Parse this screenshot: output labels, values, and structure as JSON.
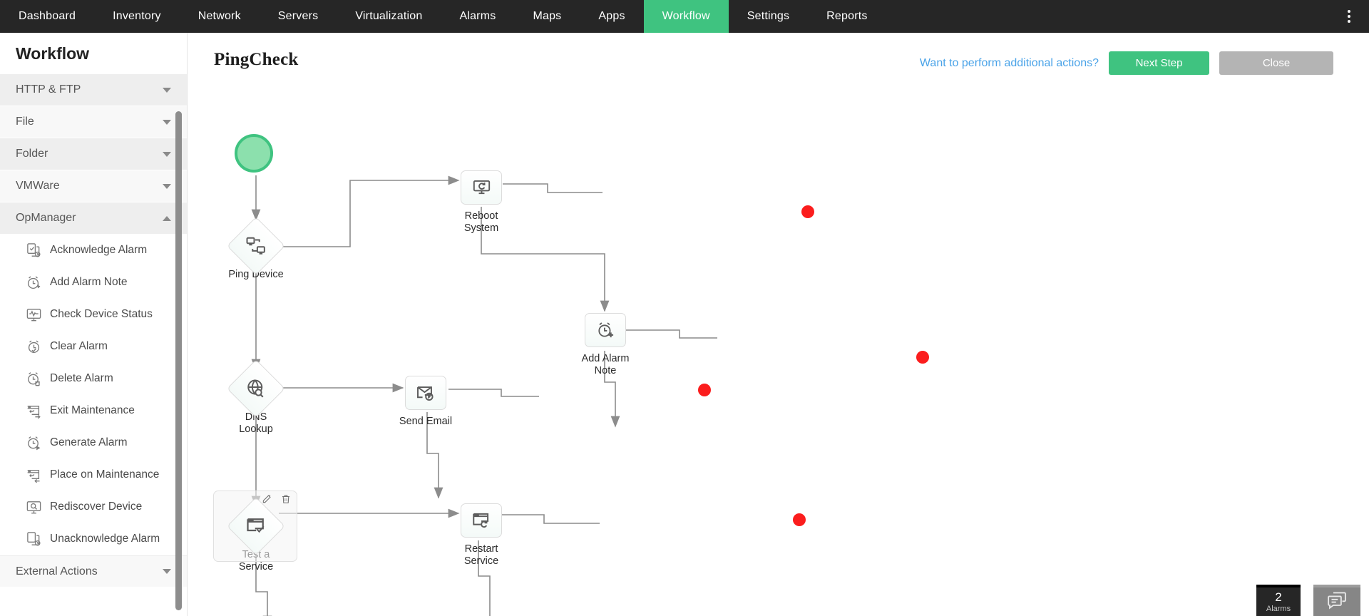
{
  "topnav": {
    "items": [
      {
        "label": "Dashboard",
        "active": false
      },
      {
        "label": "Inventory",
        "active": false
      },
      {
        "label": "Network",
        "active": false
      },
      {
        "label": "Servers",
        "active": false
      },
      {
        "label": "Virtualization",
        "active": false
      },
      {
        "label": "Alarms",
        "active": false
      },
      {
        "label": "Maps",
        "active": false
      },
      {
        "label": "Apps",
        "active": false
      },
      {
        "label": "Workflow",
        "active": true
      },
      {
        "label": "Settings",
        "active": false
      },
      {
        "label": "Reports",
        "active": false
      }
    ],
    "kebab_icon": "more-vertical-icon",
    "active_color": "#3fc380",
    "bar_color": "#262626"
  },
  "sidebar": {
    "title": "Workflow",
    "sections": [
      {
        "label": "HTTP & FTP",
        "expanded": false
      },
      {
        "label": "File",
        "expanded": false
      },
      {
        "label": "Folder",
        "expanded": false
      },
      {
        "label": "VMWare",
        "expanded": false
      },
      {
        "label": "OpManager",
        "expanded": true
      }
    ],
    "footer_section": {
      "label": "External Actions",
      "expanded": false
    },
    "actions": [
      {
        "label": "Acknowledge Alarm",
        "icon": "acknowledge-alarm-icon"
      },
      {
        "label": "Add Alarm Note",
        "icon": "add-alarm-note-icon"
      },
      {
        "label": "Check Device Status",
        "icon": "check-device-status-icon"
      },
      {
        "label": "Clear Alarm",
        "icon": "clear-alarm-icon"
      },
      {
        "label": "Delete Alarm",
        "icon": "delete-alarm-icon"
      },
      {
        "label": "Exit Maintenance",
        "icon": "exit-maintenance-icon"
      },
      {
        "label": "Generate Alarm",
        "icon": "generate-alarm-icon"
      },
      {
        "label": "Place on Maintenance",
        "icon": "place-on-maintenance-icon"
      },
      {
        "label": "Rediscover Device",
        "icon": "rediscover-device-icon"
      },
      {
        "label": "Unacknowledge Alarm",
        "icon": "unacknowledge-alarm-icon"
      }
    ]
  },
  "header": {
    "title": "PingCheck",
    "hint": "Want to perform additional actions?",
    "next_step": "Next Step",
    "close": "Close",
    "primary_color": "#3fc380",
    "muted_color": "#b4b4b4",
    "link_color": "#4aa3e8"
  },
  "workflow": {
    "start_node": {
      "name": "start",
      "color": "#3fc380"
    },
    "nodes": [
      {
        "id": "ping-device",
        "label": "Ping Device",
        "shape": "diamond",
        "icon": "ping-device-icon"
      },
      {
        "id": "reboot-system",
        "label": "Reboot System",
        "shape": "box",
        "icon": "reboot-system-icon"
      },
      {
        "id": "add-alarm-note",
        "label": "Add Alarm Note",
        "shape": "box",
        "icon": "add-alarm-note-icon"
      },
      {
        "id": "dns-lookup",
        "label": "DNS Lookup",
        "shape": "diamond",
        "icon": "dns-lookup-icon"
      },
      {
        "id": "send-email",
        "label": "Send Email",
        "shape": "box",
        "icon": "send-email-icon"
      },
      {
        "id": "test-a-service",
        "label": "Test a Service",
        "shape": "diamond",
        "icon": "test-a-service-icon",
        "selected": true
      },
      {
        "id": "restart-service",
        "label": "Restart Service",
        "shape": "box",
        "icon": "restart-service-icon"
      }
    ],
    "terminators": 4,
    "terminator_color": "#fb1d1d",
    "selection_tools": [
      {
        "name": "edit-icon",
        "title": "Edit"
      },
      {
        "name": "delete-icon",
        "title": "Delete"
      }
    ]
  },
  "widgets": {
    "alarm_count": "2",
    "alarm_label": "Alarms",
    "chat_icon": "chat-icon"
  }
}
